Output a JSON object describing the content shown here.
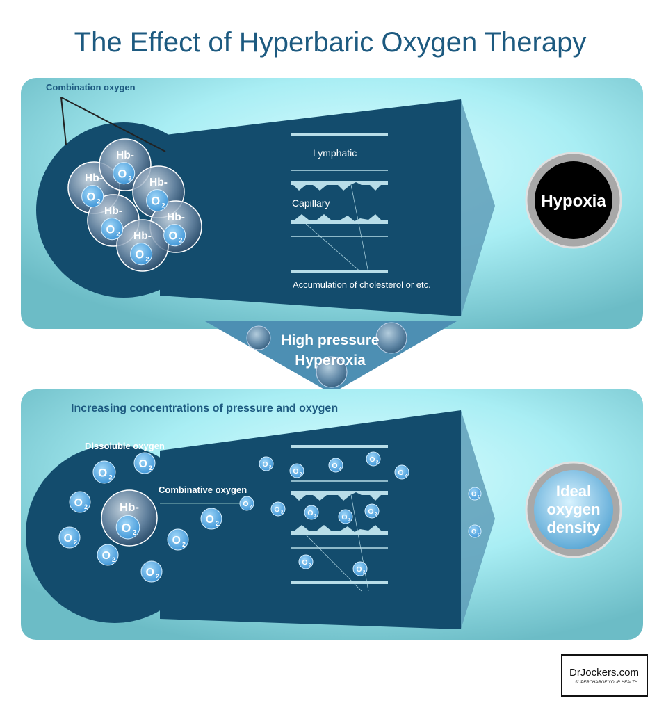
{
  "title": "The Effect of Hyperbaric Oxygen Therapy",
  "top_panel": {
    "callout": "Combination oxygen",
    "hb_label": "Hb-",
    "o2_label": "O",
    "o2_sub": "2",
    "lymphatic": "Lymphatic",
    "capillary": "Capillary",
    "accumulation": "Accumulation of cholesterol or etc.",
    "result": "Hypoxia"
  },
  "transition": {
    "line1": "High pressure",
    "line2": "Hyperoxia"
  },
  "bottom_panel": {
    "heading": "Increasing concentrations of pressure and oxygen",
    "dissoluble": "Dissoluble oxygen",
    "combinative": "Combinative oxygen",
    "result_line1": "Ideal",
    "result_line2": "oxygen",
    "result_line3": "density"
  },
  "logo": {
    "brand": "DrJockers.com",
    "tagline": "SUPERCHARGE YOUR HEALTH"
  },
  "colors": {
    "title": "#1d5a80",
    "dark_shape": "#134c6d",
    "panel_light": "#d4fbff",
    "panel_edge": "#6dbcc6",
    "o2_bubble": "#5fb0e6"
  }
}
